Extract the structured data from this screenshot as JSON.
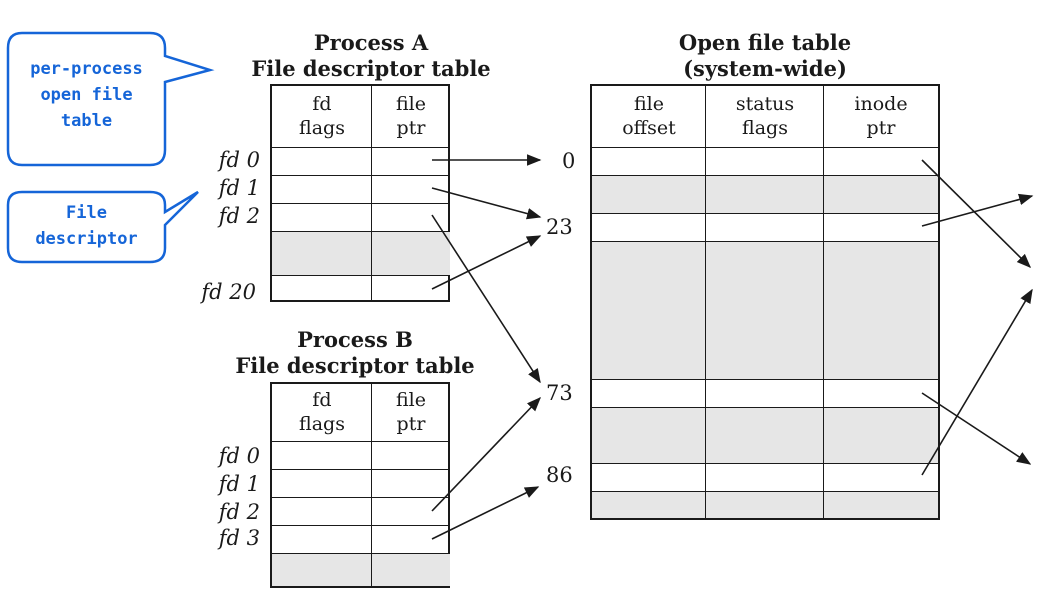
{
  "process_a": {
    "title_line1": "Process A",
    "title_line2": "File descriptor table",
    "col_fd_flags": [
      "fd",
      "flags"
    ],
    "col_file_ptr": [
      "file",
      "ptr"
    ],
    "rows": [
      "fd 0",
      "fd 1",
      "fd 2",
      "fd 20"
    ]
  },
  "process_b": {
    "title_line1": "Process B",
    "title_line2": "File descriptor table",
    "col_fd_flags": [
      "fd",
      "flags"
    ],
    "col_file_ptr": [
      "file",
      "ptr"
    ],
    "rows": [
      "fd 0",
      "fd 1",
      "fd 2",
      "fd 3"
    ]
  },
  "open_file_table": {
    "title_line1": "Open file table",
    "title_line2": "(system-wide)",
    "col_file_offset": [
      "file",
      "offset"
    ],
    "col_status_flags": [
      "status",
      "flags"
    ],
    "col_inode_ptr": [
      "inode",
      "ptr"
    ],
    "indices": [
      "0",
      "23",
      "73",
      "86"
    ]
  },
  "callouts": {
    "per_process": [
      "per-process",
      "open file",
      "table"
    ],
    "file_descriptor": [
      "File",
      "descriptor"
    ]
  },
  "colors": {
    "callout_text": "#1565d8",
    "callout_border": "#1565d8",
    "shaded_cell": "#e6e6e6",
    "line": "#1a1a1a"
  }
}
